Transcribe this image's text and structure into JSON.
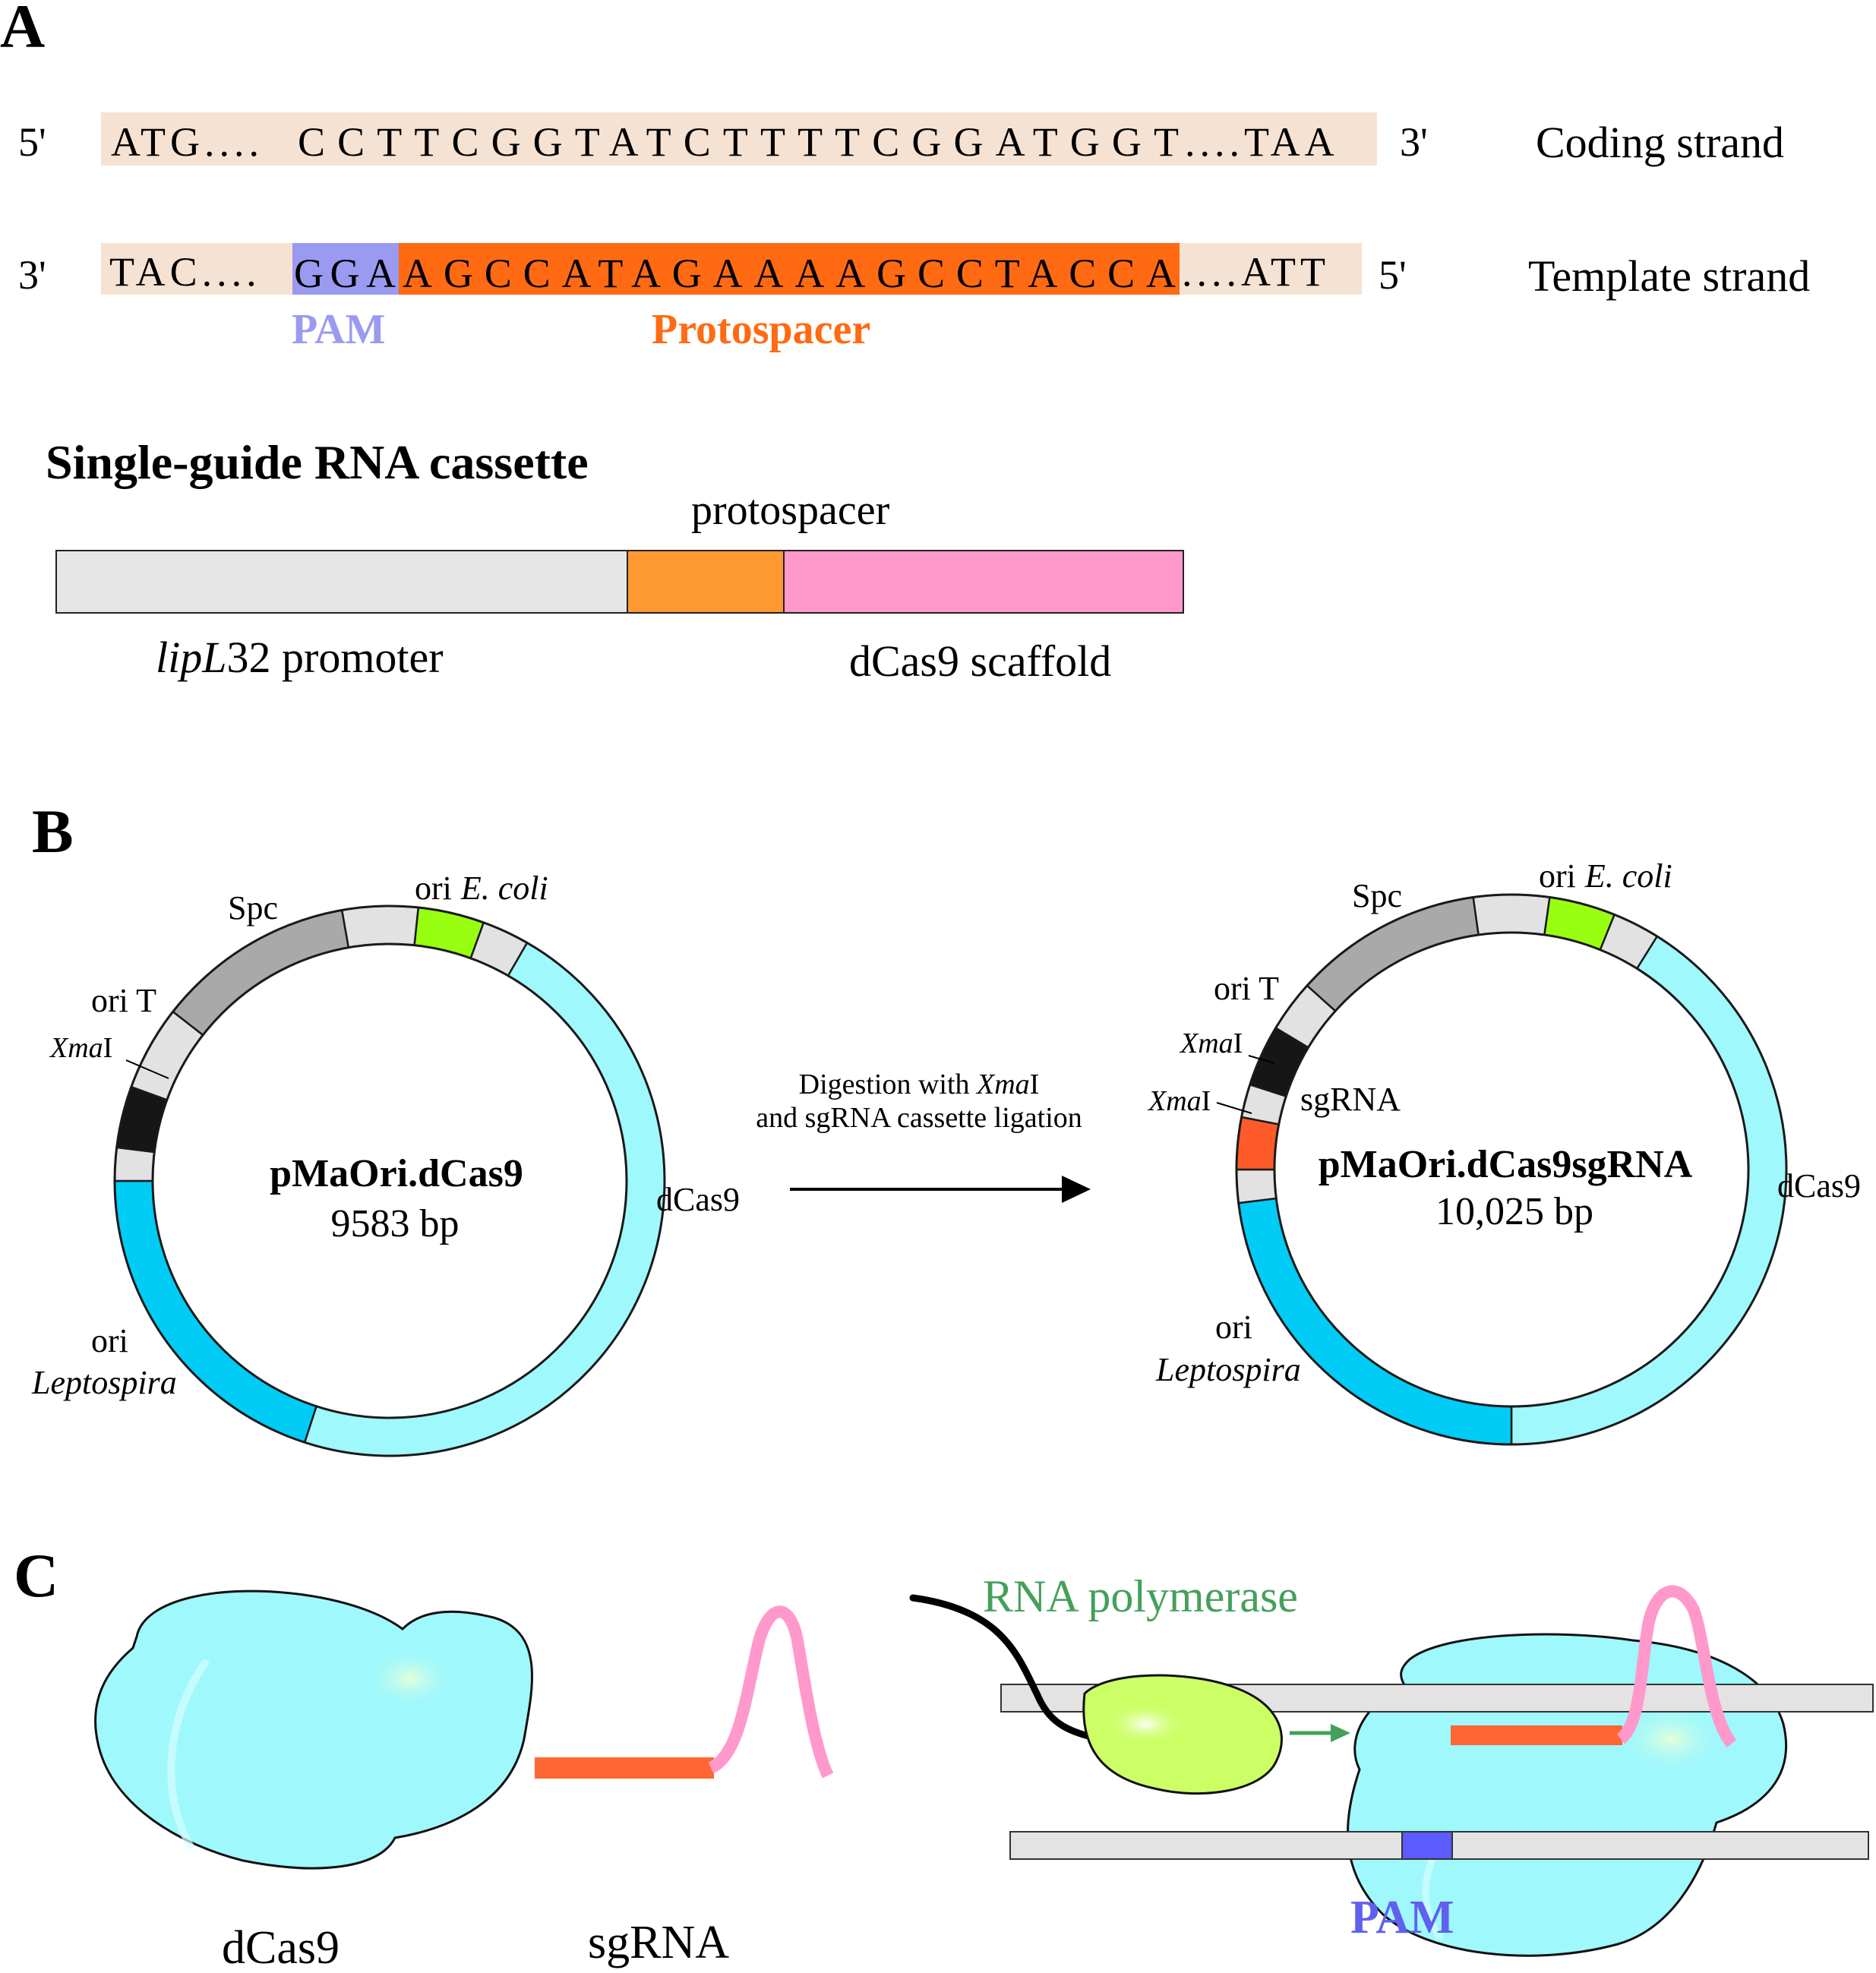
{
  "colors": {
    "strand_bg": "#f6e2d2",
    "pam": "#9a9af0",
    "protospacer": "#ff6a13",
    "cassette_promoter": "#e6e6e6",
    "cassette_protospacer": "#ff9a33",
    "cassette_scaffold": "#ff99cc",
    "seg_gray": "#e2e2e2",
    "seg_spc": "#a9a9a9",
    "seg_ori_ecoli": "#99ff11",
    "seg_dcas9": "#9ff8fc",
    "seg_ori_lepto": "#00ccf5",
    "seg_orit": "#161616",
    "seg_sgrna": "#ff5a2a",
    "dcas9_body": "#9ff8fc",
    "polymerase": "#ccff66",
    "polymerase_label": "#44a05a",
    "pam_label": "#6060ee",
    "sgrna_guide": "#ff6633",
    "sgrna_loop": "#ff99cc"
  },
  "icons": [
    "dcas9-protein-icon",
    "rna-polymerase-icon",
    "sgrna-icon",
    "dna-strand-icon",
    "right-arrow-icon"
  ],
  "panelA": {
    "label": "A",
    "coding": {
      "left_end": "5'",
      "right_end": "3'",
      "seq_start": "ATG....",
      "seq_mid": "CCTTCGGTATCTTTTCGGATGGT",
      "seq_end": "....TAA",
      "name": "Coding strand"
    },
    "template": {
      "left_end": "3'",
      "right_end": "5'",
      "seq_start": "TAC....",
      "seq_pam": "GGA",
      "seq_proto": "AGCCATAGAAAAGCCTACCA",
      "seq_end": "....ATT",
      "name": "Template strand"
    },
    "pam_label": "PAM",
    "protospacer_label": "Protospacer",
    "cassette": {
      "title": "Single-guide RNA cassette",
      "protospacer_label": "protospacer",
      "promoter_italic": "lipL",
      "promoter_rest": "32 promoter",
      "scaffold_label": "dCas9 scaffold"
    }
  },
  "panelB": {
    "label": "B",
    "left": {
      "name": "pMaOri.dCas9",
      "size": "9583 bp",
      "spc": "Spc",
      "ori_ecoli_prefix": "ori",
      "ori_ecoli_italic": "E. coli",
      "ori_t": "ori T",
      "xmai_italic": "Xma",
      "xmai_suffix": "I",
      "dcas9": "dCas9",
      "ori_lepto_line1": "ori",
      "ori_lepto_line2": "Leptospira"
    },
    "arrow": {
      "line1_prefix": "Digestion with ",
      "line1_italic": "Xma",
      "line1_suffix": "I",
      "line2": "and sgRNA cassette ligation"
    },
    "right": {
      "name": "pMaOri.dCas9sgRNA",
      "size": "10,025 bp",
      "spc": "Spc",
      "ori_ecoli_prefix": "ori",
      "ori_ecoli_italic": "E. coli",
      "ori_t": "ori T",
      "xmai_italic": "Xma",
      "xmai_suffix": "I",
      "sgrna": "sgRNA",
      "dcas9": "dCas9",
      "ori_lepto_line1": "ori",
      "ori_lepto_line2": "Leptospira"
    }
  },
  "panelC": {
    "label": "C",
    "dcas9": "dCas9",
    "sgrna": "sgRNA",
    "polymerase": "RNA polymerase",
    "pam": "PAM"
  }
}
